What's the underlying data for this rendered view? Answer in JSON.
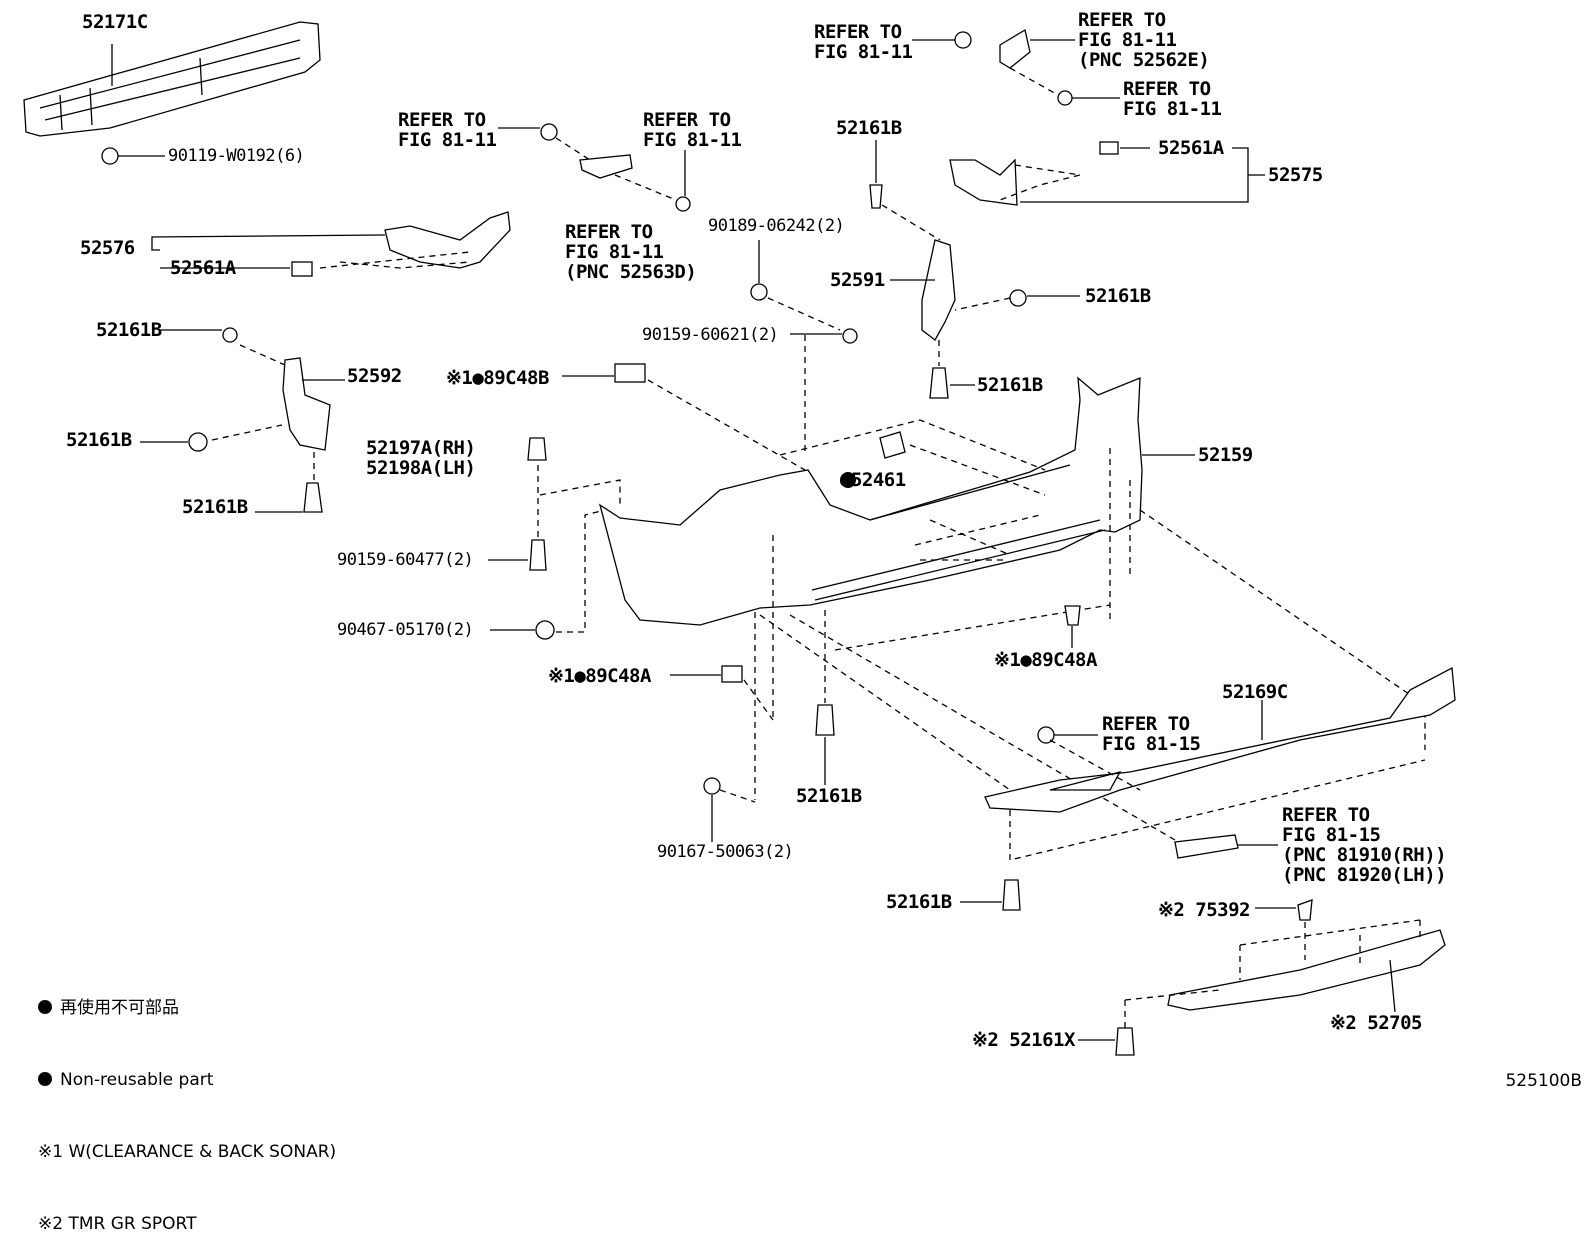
{
  "diagram": {
    "code": "525100B",
    "labels": {
      "p52171C": "52171C",
      "p90119": "90119-W0192(6)",
      "p52576": "52576",
      "p52561A_l": "52561A",
      "p52161B_1": "52161B",
      "p52592": "52592",
      "p52161B_2": "52161B",
      "p52161B_3": "52161B",
      "refer_a": "REFER TO\nFIG 81-11",
      "refer_b": "REFER TO\nFIG 81-11",
      "refer_c": "REFER TO\nFIG 81-11\n(PNC 52563D)",
      "p89C48B": "※1●89C48B",
      "p52197A": "52197A(RH)\n52198A(LH)",
      "p90159_477": "90159-60477(2)",
      "p90467": "90467-05170(2)",
      "p89C48A_l": "※1●89C48A",
      "p90167": "90167-50063(2)",
      "p90189": "90189-06242(2)",
      "p90159_621": "90159-60621(2)",
      "p52461": "●52461",
      "p52161B_4": "52161B",
      "refer_d": "REFER TO\nFIG 81-11",
      "refer_e": "REFER TO\nFIG 81-11\n(PNC 52562E)",
      "refer_f": "REFER TO\nFIG 81-11",
      "p52561A_r": "52561A",
      "p52575": "52575",
      "p52161B_top": "52161B",
      "p52591": "52591",
      "p52161B_5": "52161B",
      "p52161B_6": "52161B",
      "p52159": "52159",
      "p89C48A_r": "※1●89C48A",
      "p52169C": "52169C",
      "refer_g": "REFER TO\nFIG 81-15",
      "refer_h": "REFER TO\nFIG 81-15\n(PNC 81910(RH))\n(PNC 81920(LH))",
      "p52161B_7": "52161B",
      "p75392": "※2 75392",
      "p52705": "※2 52705",
      "p52161X": "※2 52161X"
    },
    "legend": {
      "line1": "再使用不可部品",
      "line2": "Non-reusable part",
      "line3": "※1 W(CLEARANCE & BACK SONAR)",
      "line4": "※2 TMR GR SPORT"
    }
  }
}
